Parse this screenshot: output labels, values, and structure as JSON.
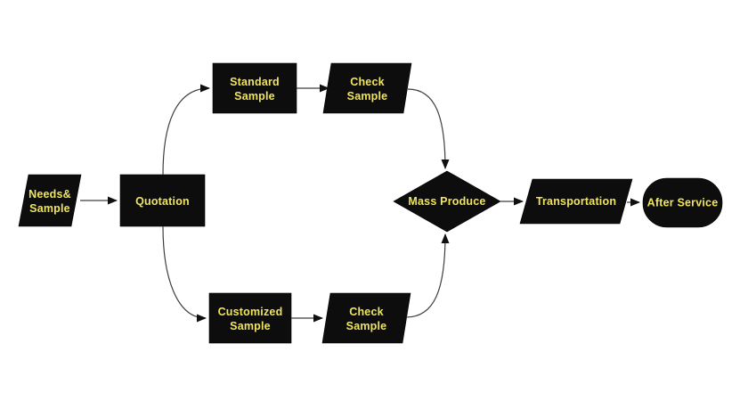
{
  "diagram": {
    "title": "Production process flowchart",
    "type": "flowchart",
    "background": "#ffffff"
  },
  "colors": {
    "node_fill": "#0d0d0d",
    "label_text": "#f0e45f",
    "connector_line": "#3f3f3f",
    "arrowhead": "#101010"
  },
  "nodes": {
    "needs_sample": {
      "shape": "parallelogram",
      "line1": "Needs&",
      "line2": "Sample"
    },
    "quotation": {
      "shape": "rectangle",
      "line1": "Quotation"
    },
    "standard_sample": {
      "shape": "rectangle",
      "line1": "Standard",
      "line2": "Sample"
    },
    "check_sample_top": {
      "shape": "parallelogram",
      "line1": "Check",
      "line2": "Sample"
    },
    "customized_sample": {
      "shape": "rectangle",
      "line1": "Customized",
      "line2": "Sample"
    },
    "check_sample_bottom": {
      "shape": "parallelogram",
      "line1": "Check",
      "line2": "Sample"
    },
    "mass_produce": {
      "shape": "diamond",
      "line1": "Mass Produce"
    },
    "transportation": {
      "shape": "parallelogram",
      "line1": "Transportation"
    },
    "after_service": {
      "shape": "terminator",
      "line1": "After Service"
    }
  },
  "edges": [
    {
      "from": "needs_sample",
      "to": "quotation",
      "style": "straight"
    },
    {
      "from": "quotation",
      "to": "standard_sample",
      "style": "curved"
    },
    {
      "from": "quotation",
      "to": "customized_sample",
      "style": "curved"
    },
    {
      "from": "standard_sample",
      "to": "check_sample_top",
      "style": "straight"
    },
    {
      "from": "check_sample_top",
      "to": "mass_produce",
      "style": "curved"
    },
    {
      "from": "customized_sample",
      "to": "check_sample_bottom",
      "style": "straight"
    },
    {
      "from": "check_sample_bottom",
      "to": "mass_produce",
      "style": "curved"
    },
    {
      "from": "mass_produce",
      "to": "transportation",
      "style": "straight"
    },
    {
      "from": "transportation",
      "to": "after_service",
      "style": "straight"
    }
  ]
}
